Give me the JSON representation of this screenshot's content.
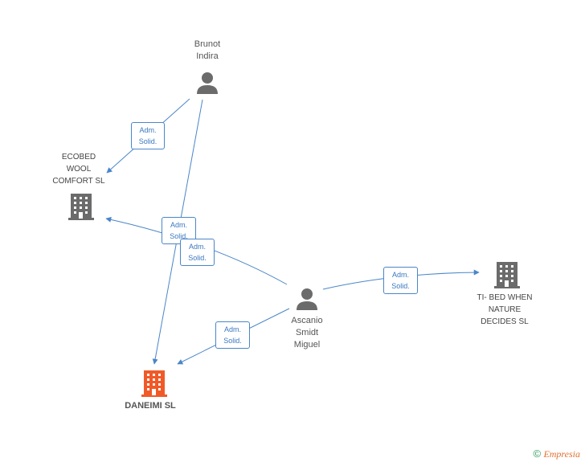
{
  "persons": {
    "brunot": {
      "line1": "Brunot",
      "line2": "Indira"
    },
    "ascanio": {
      "line1": "Ascanio",
      "line2": "Smidt",
      "line3": "Miguel"
    }
  },
  "companies": {
    "ecobed": {
      "line1": "ECOBED",
      "line2": "WOOL",
      "line3": "COMFORT SL"
    },
    "daneimi": {
      "line1": "DANEIMI SL"
    },
    "tibed": {
      "line1": "TI- BED WHEN",
      "line2": "NATURE",
      "line3": "DECIDES SL"
    }
  },
  "edges": [
    {
      "from": "Brunot Indira",
      "to": "ECOBED WOOL COMFORT SL",
      "label1": "Adm.",
      "label2": "Solid."
    },
    {
      "from": "Brunot Indira",
      "to": "DANEIMI SL",
      "label1": "Adm.",
      "label2": "Solid."
    },
    {
      "from": "Ascanio Smidt Miguel",
      "to": "ECOBED WOOL COMFORT SL",
      "label1": "Adm.",
      "label2": "Solid."
    },
    {
      "from": "Ascanio Smidt Miguel",
      "to": "DANEIMI SL",
      "label1": "Adm.",
      "label2": "Solid."
    },
    {
      "from": "Ascanio Smidt Miguel",
      "to": "TI- BED WHEN NATURE DECIDES SL",
      "label1": "Adm.",
      "label2": "Solid."
    }
  ],
  "colors": {
    "edge": "#4a86c8",
    "person_icon": "#6b6b6b",
    "company_icon": "#6b6b6b",
    "main_company_icon": "#f05a28"
  },
  "brand": {
    "copyright_symbol": "©",
    "name": "Empresia"
  }
}
